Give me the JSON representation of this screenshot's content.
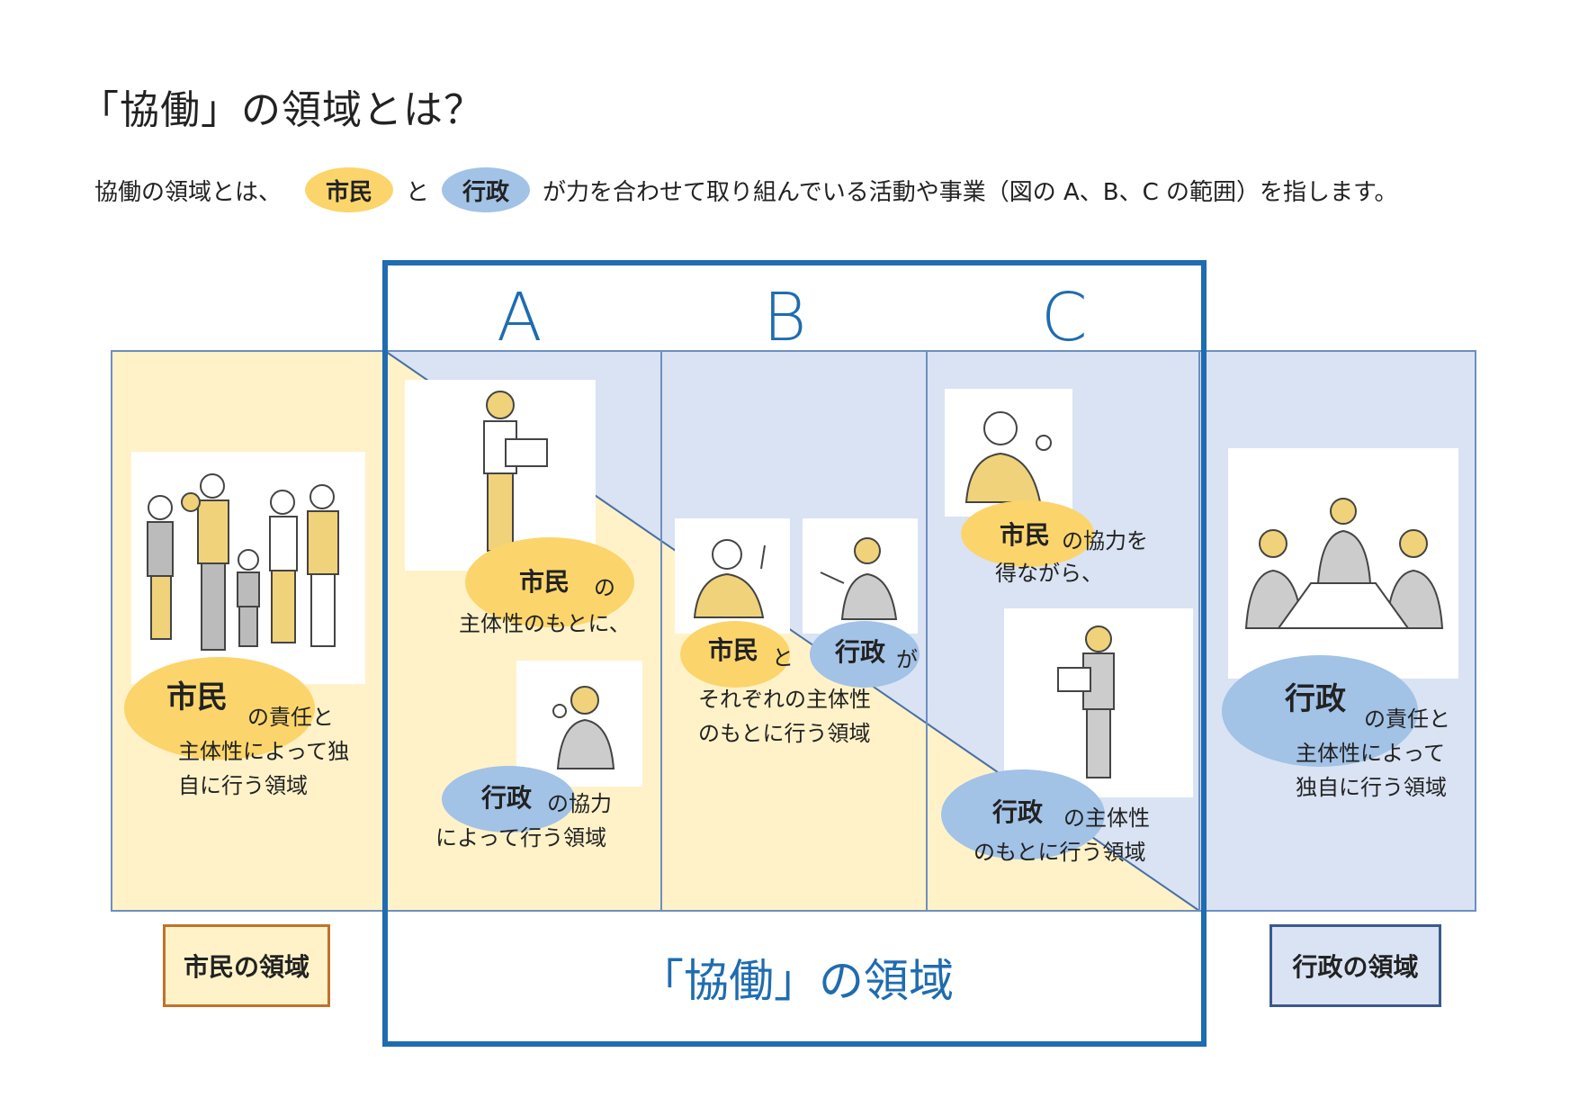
{
  "title": "「協働」の領域とは？",
  "intro": {
    "prefix": "協働の領域とは、",
    "citizen": "市民",
    "and": "と",
    "gov": "行政",
    "suffix": "が力を合わせて取り組んでいる活動や事業（図の A、B、C の範囲）を指します。"
  },
  "columns": {
    "a": "A",
    "b": "B",
    "c": "C"
  },
  "citizen_zone": {
    "key": "市民",
    "line1": "の責任と",
    "line2": "主体性によって独",
    "line3": "自に行う領域"
  },
  "zone_a": {
    "key_citizen": "市民",
    "citizen_tail": "の",
    "line1": "主体性のもとに、",
    "key_gov": "行政",
    "gov_tail": "の協力",
    "line2": "によって行う領域"
  },
  "zone_b": {
    "key_citizen": "市民",
    "and": "と",
    "key_gov": "行政",
    "ga": "が",
    "line1": "それぞれの主体性",
    "line2": "のもとに行う領域"
  },
  "zone_c": {
    "key_citizen": "市民",
    "citizen_tail": "の協力を",
    "line1": "得ながら、",
    "key_gov": "行政",
    "gov_tail": "の主体性",
    "line2": "のもとに行う領域"
  },
  "gov_zone": {
    "key": "行政",
    "line1": "の責任と",
    "line2": "主体性によって",
    "line3": "独自に行う領域"
  },
  "labels": {
    "citizen_area": "市民の領域",
    "collab_area": "「協働」の領域",
    "gov_area": "行政の領域"
  },
  "colors": {
    "citizen": "#fbd56b",
    "citizen_bg": "#fff2c8",
    "gov": "#a2c2e6",
    "gov_bg": "#d9e3f3",
    "frame": "#1f6cb0"
  }
}
